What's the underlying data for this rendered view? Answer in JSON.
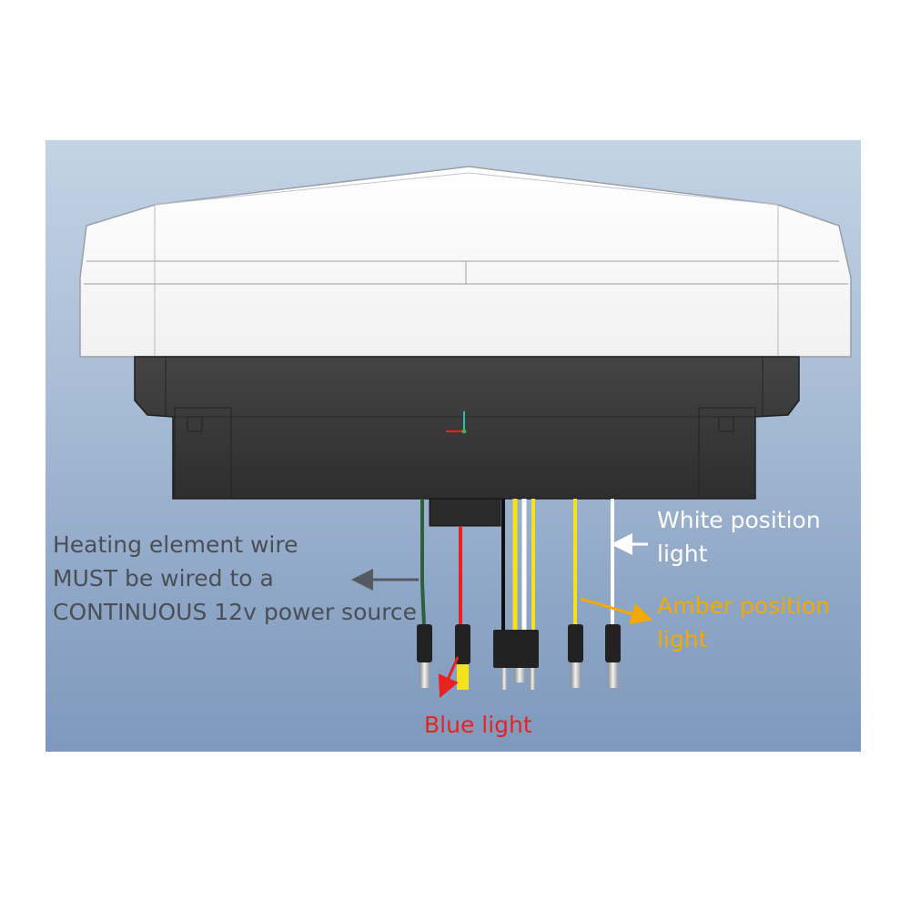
{
  "labels": {
    "heating": {
      "lines": [
        "Heating element wire",
        "MUST be wired to a",
        "CONTINUOUS 12v power source"
      ],
      "color": "#4a4f57"
    },
    "white_position": {
      "lines": [
        "White position",
        "light"
      ],
      "color": "#ffffff"
    },
    "amber_position": {
      "lines": [
        "Amber position",
        "light"
      ],
      "color": "#f2a900"
    },
    "blue_light": {
      "lines": [
        "Blue light"
      ],
      "color": "#e8231f"
    }
  },
  "colors": {
    "background_top": "#c4d3e5",
    "background_bottom": "#7f99bd",
    "lens": "#ffffff",
    "housing": "#3b3b3b",
    "wire_heating": "#2f5f3f",
    "wire_red": "#e8231f",
    "wire_yellow": "#f5e21a",
    "wire_white": "#ffffff",
    "wire_black": "#111111"
  },
  "wires": [
    {
      "name": "heating-wire",
      "color": "#2f5f3f"
    },
    {
      "name": "red-wire",
      "color": "#e8231f"
    },
    {
      "name": "black-wire",
      "color": "#111111"
    },
    {
      "name": "yellow-wire",
      "color": "#f5e21a"
    },
    {
      "name": "white-wire",
      "color": "#ffffff"
    },
    {
      "name": "amber-position-wire",
      "color": "#f5e21a"
    },
    {
      "name": "white-position-wire",
      "color": "#ffffff"
    }
  ]
}
